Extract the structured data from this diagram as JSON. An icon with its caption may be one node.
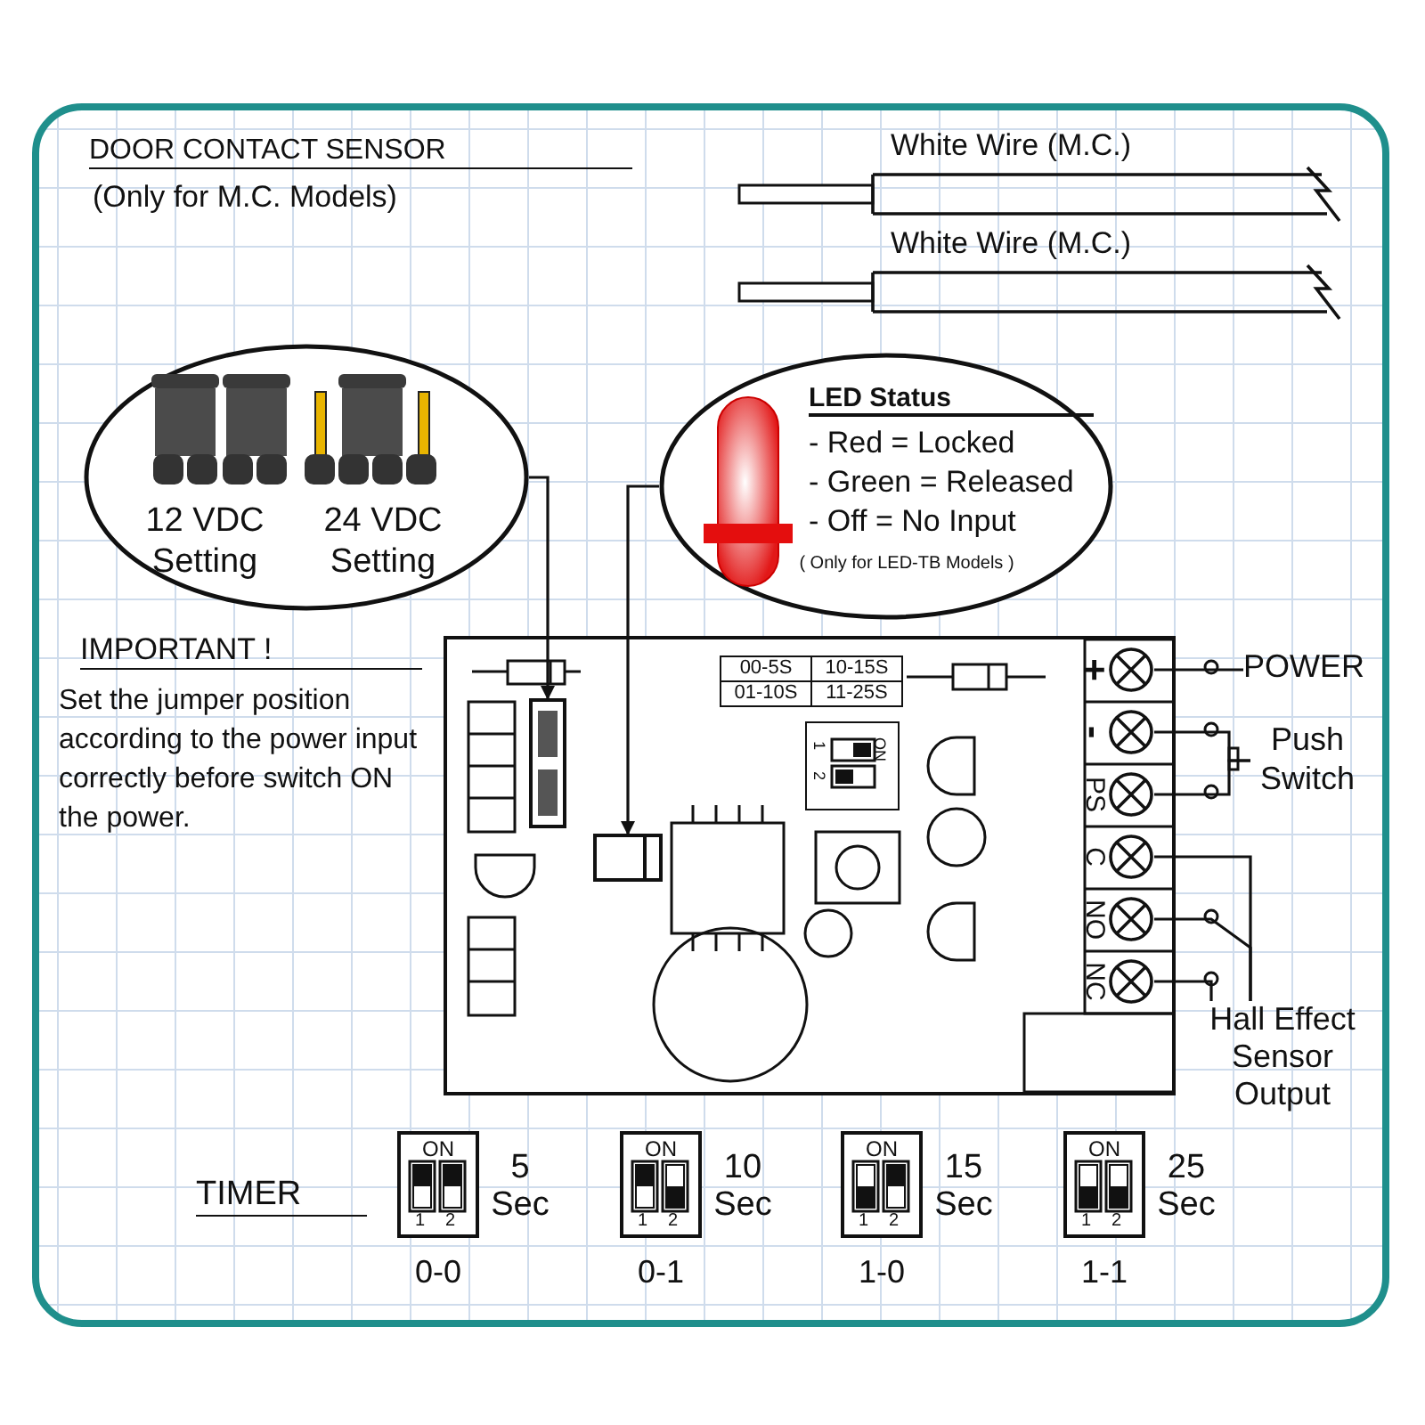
{
  "diagram": {
    "nodes": [
      {
        "text": [
          "12 VDC Setting",
          "24 VDC Setting"
        ]
      },
      {
        "text": [
          "LED Status",
          "- Red = Locked",
          "- Green = Released",
          "- Off = No Input",
          "( Only for LED-TB Models )"
        ]
      },
      {
        "text": [],
        "shape": "box"
      },
      {
        "text": [],
        "shape": "box",
        "in": 2
      },
      {
        "text": [],
        "shape": "box",
        "in": 2
      },
      {
        "text": [
          "ON",
          "1",
          "2"
        ],
        "in": 2
      },
      {
        "text": [],
        "shape": "circle",
        "in": 2,
        "beside": [
          "+"
        ]
      },
      {
        "text": [],
        "shape": "circle",
        "in": 2,
        "beside": [
          "-"
        ]
      },
      {
        "text": [],
        "shape": "circle",
        "in": 2,
        "beside": [
          "PS"
        ]
      },
      {
        "text": [],
        "shape": "circle",
        "in": 2,
        "beside": [
          "C"
        ]
      },
      {
        "text": [],
        "shape": "circle",
        "in": 2,
        "beside": [
          "NO"
        ]
      },
      {
        "text": [],
        "shape": "circle",
        "in": 2,
        "beside": [
          "NC"
        ]
      },
      {
        "text": [
          "POWER"
        ]
      },
      {
        "text": [
          "Push Switch"
        ]
      },
      {
        "text": [
          "Hall Effect Sensor Output"
        ]
      },
      {
        "text": [
          "ON",
          "1",
          "2"
        ],
        "beside": [
          "5 Sec",
          "0-0"
        ]
      },
      {
        "text": [
          "ON",
          "1",
          "2"
        ],
        "beside": [
          "10 Sec",
          "0-1"
        ]
      },
      {
        "text": [
          "ON",
          "1",
          "2"
        ],
        "beside": [
          "15 Sec",
          "1-0"
        ]
      },
      {
        "text": [
          "ON",
          "1",
          "2"
        ],
        "beside": [
          "25 Sec",
          "1-1"
        ]
      }
    ],
    "edges": [
      {
        "from": 0,
        "to": 3,
        "arrow": "to"
      },
      {
        "from": 1,
        "to": 4,
        "arrow": "to"
      },
      {
        "from": 6,
        "to": 12,
        "arrow": "none"
      },
      {
        "from": 7,
        "to": 13,
        "arrow": "none"
      },
      {
        "from": 8,
        "to": 13,
        "arrow": "none"
      },
      {
        "from": 9,
        "to": 14,
        "arrow": "none"
      },
      {
        "from": 10,
        "to": 14,
        "arrow": "none"
      },
      {
        "from": 11,
        "to": 14,
        "arrow": "none"
      }
    ],
    "labels": [
      "DOOR CONTACT SENSOR",
      "(Only for M.C. Models)",
      "White Wire (M.C.)",
      "White Wire (M.C.)",
      "IMPORTANT !",
      "Set the jumper position according to the power input correctly before switch ON the power.",
      "00-5S",
      "10-15S",
      "01-10S",
      "11-25S",
      "TIMER"
    ]
  }
}
